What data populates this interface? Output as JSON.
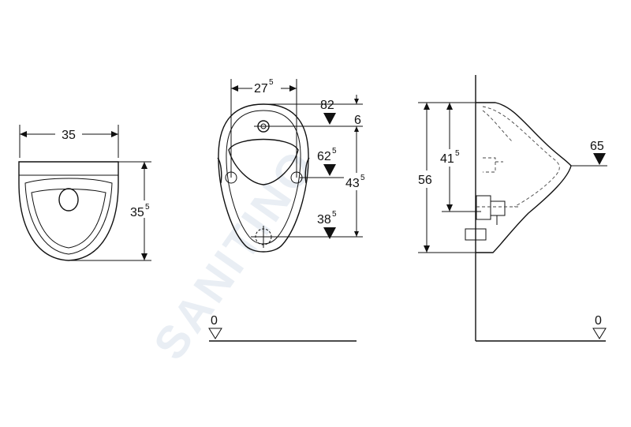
{
  "watermark": "SANITINO",
  "front_view": {
    "width_label": "35",
    "height_label": "35",
    "height_sup": "5"
  },
  "rear_view": {
    "width_label": "27",
    "width_sup": "5",
    "inlet_height": "82",
    "inlet_offset": "6",
    "fixing_height": "62",
    "fixing_sup": "5",
    "fixing_span": "43",
    "fixing_span_sup": "5",
    "outlet_height": "38",
    "outlet_sup": "5",
    "floor_label": "0"
  },
  "side_view": {
    "total_height": "56",
    "inner_height": "41",
    "inner_sup": "5",
    "rim_height": "65",
    "floor_label": "0"
  }
}
